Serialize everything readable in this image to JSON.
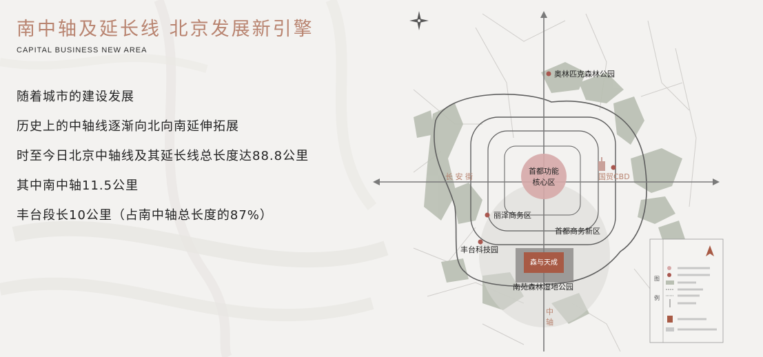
{
  "header": {
    "title": "南中轴及延长线 北京发展新引擎",
    "subtitle": "CAPITAL BUSINESS NEW AREA"
  },
  "description": [
    "随着城市的建设发展",
    "历史上的中轴线逐渐向北向南延伸拓展",
    "时至今日北京中轴线及其延长线总长度达88.8公里",
    "其中南中轴11.5公里",
    "丰台段长10公里（占南中轴总长度的87%）"
  ],
  "map": {
    "places": {
      "olympic_park": "奥林匹克森林公园",
      "core_area": [
        "首都功能",
        "核心区"
      ],
      "guomao": "国贸CBD",
      "changan": "长 安 街",
      "lize": "丽泽商务区",
      "new_cbd": "首都商务新区",
      "fengtai_tech": "丰台科技园",
      "nanyuan": "南苑森林湿地公园",
      "central_axis": [
        "中",
        "轴"
      ]
    },
    "project": {
      "name": "森与天成"
    },
    "legend_heading": [
      "图",
      "例"
    ],
    "colors": {
      "accent": "#b8836f",
      "core_fill": "#d6a8a8",
      "marker": "#a9574f",
      "green": "#b9bfb2",
      "project": "#a85a45"
    }
  }
}
